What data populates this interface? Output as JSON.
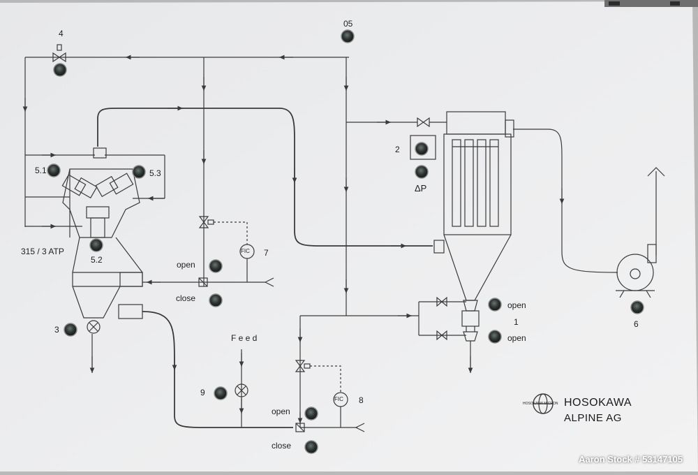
{
  "photo": {
    "subject": "Process schematic panel",
    "panel_color": "#e9eaec",
    "line_color": "#3a3a3a",
    "button_color": "#2f3a36"
  },
  "labels": {
    "n05": "05",
    "n4": "4",
    "n2": "2",
    "dp": "ΔP",
    "n51": "5.1",
    "n53": "5.3",
    "n52": "5.2",
    "model": "315 / 3  ATP",
    "n3": "3",
    "n7": "7",
    "n8": "8",
    "n9": "9",
    "n1": "1",
    "n6": "6",
    "fic_a": "FIC",
    "fic_b": "FIC",
    "open_a": "open",
    "close_a": "close",
    "open_b": "open",
    "close_b": "close",
    "open_c": "open",
    "open_d": "open",
    "feed": "F e e d"
  },
  "brand": {
    "line1": "HOSOKAWA",
    "line2": "ALPINE  AG",
    "micro": "HOSOKAWA MICRON"
  },
  "watermark": "Aaron Stock # 53147105"
}
